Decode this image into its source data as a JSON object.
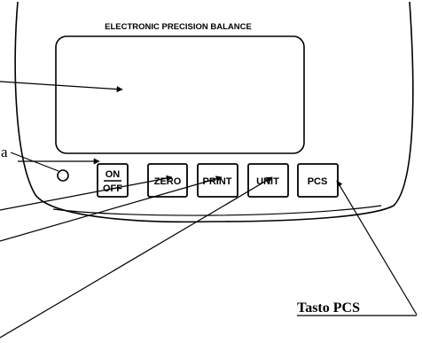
{
  "panel": {
    "title": "ELECTRONIC  PRECISION BALANCE"
  },
  "keys": {
    "on": "ON",
    "off": "OFF",
    "zero": "ZERO",
    "print": "PRINT",
    "unit": "UNIT",
    "pcs": "PCS"
  },
  "callouts": {
    "indicator_fragment": "a",
    "pcs_key": "Tasto PCS"
  }
}
